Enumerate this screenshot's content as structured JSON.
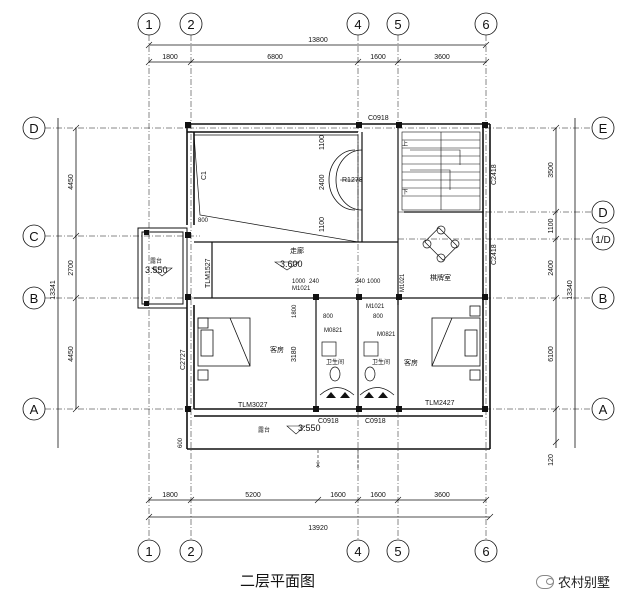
{
  "title": "二层平面图",
  "watermark": "农村别墅",
  "grid_columns": {
    "top": [
      "1",
      "2",
      "4",
      "5",
      "6"
    ],
    "bottom": [
      "1",
      "2",
      "4",
      "5",
      "6"
    ]
  },
  "grid_rows": {
    "left": [
      "D",
      "C",
      "B",
      "A"
    ],
    "right": [
      "E",
      "D",
      "1/D",
      "B",
      "A"
    ]
  },
  "dims_top": {
    "overall": "13800",
    "segments": [
      "1800",
      "6800",
      "1600",
      "3600"
    ]
  },
  "dims_bottom": {
    "overall": "13920",
    "segments": [
      "1800",
      "5200",
      "1600",
      "1600",
      "3600"
    ]
  },
  "dims_left": {
    "overall": "13341",
    "segments": [
      "4450",
      "2700",
      "4450"
    ]
  },
  "dims_right": {
    "overall": "13340",
    "segments": [
      "3500",
      "1100",
      "2400",
      "6100",
      "120"
    ]
  },
  "labels": {
    "window_top": "C0918",
    "window_bottom_a": "C0918",
    "window_bottom_b": "C0918",
    "arc": "R1278",
    "c1": "C1",
    "c2418_a": "C2418",
    "c2418_b": "C2418",
    "c2727": "C2727",
    "tlm1527": "TLM1527",
    "tlm3027": "TLM3027",
    "tlm2427": "TLM2427",
    "level_1": "3.550",
    "level_2": "3.600",
    "level_3": "3.550",
    "m1021_a": "M1021",
    "m1021_b": "M1021",
    "m1021_c": "M1021",
    "m0821_a": "M0821",
    "m0821_b": "M0821",
    "d1000_a": "1000",
    "d1000_b": "1000",
    "d240_a": "240",
    "d240_b": "240",
    "d800_a": "800",
    "d800_b": "800",
    "d800_c": "800",
    "d1100_a": "1100",
    "d2400": "2400",
    "d1100_b": "1100",
    "d3180": "3180",
    "d1800": "1800",
    "d600": "600",
    "x_mark": "X",
    "room_corridor": "走廊",
    "room_living": "棋牌室",
    "room_bed_l": "客房",
    "room_bed_r": "客房",
    "room_bath_l": "卫生间",
    "room_bath_r": "卫生间",
    "balcony_left": "露台",
    "balcony_bottom": "露台",
    "stair_up": "上",
    "stair_down": "下"
  }
}
